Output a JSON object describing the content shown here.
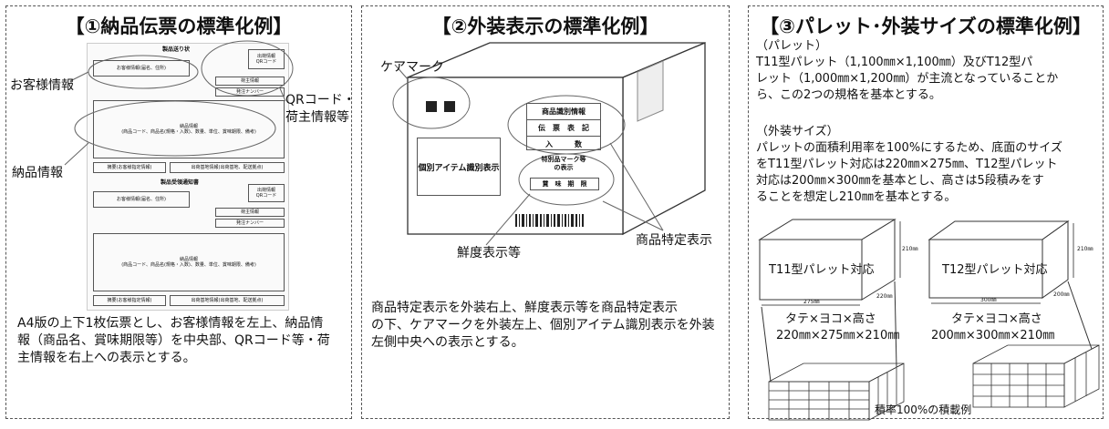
{
  "panel1": {
    "title": "【①納品伝票の標準化例】",
    "callout_customer": "お客様情報",
    "callout_qr_line1": "QRコード・",
    "callout_qr_line2": "荷主情報等",
    "callout_delivery": "納品情報",
    "form1": {
      "header": "製品送り状",
      "customer": "お客様情報(届名、住所)",
      "shipper_info": "出荷情報",
      "qr_code": "QRコード",
      "consignor": "荷主情報",
      "order_no": "発注ナンバー",
      "delivery_title": "納品情報",
      "delivery_detail": "(商品コード、商品名(規格・入数)、数量、単位、賞味期限、備考)",
      "contact": "摘要(お客様指定情報)",
      "origin": "出荷基地情報(出荷基地、配送拠点)"
    },
    "form2": {
      "header": "製品受領通知書",
      "customer": "お客様情報(届名、住所)",
      "shipper_info": "出荷情報",
      "qr_code": "QRコード",
      "consignor": "荷主情報",
      "order_no": "発注ナンバー",
      "delivery_title": "納品情報",
      "delivery_detail": "(商品コード、商品名(規格・入数)、数量、単位、賞味期限、備考)",
      "contact": "摘要(お客様指定情報)",
      "origin": "出荷基地情報(出荷基地、配送拠点)"
    },
    "desc_line1": "A4版の上下1枚伝票とし、お客様情報を左上、納品情",
    "desc_line2": "報（商品名、賞味期限等）を中央部、QRコード等・荷",
    "desc_line3": "主情報を右上への表示とする。"
  },
  "panel2": {
    "title": "【②外装表示の標準化例】",
    "care_mark_label": "ケアマーク",
    "item_id_box": "個別アイテム識別表示",
    "product_id_info": "商品識別情報",
    "slip_label": "伝　票　表　記",
    "quantity_label": "入　　　数",
    "special_mark_line1": "特別品マーク等",
    "special_mark_line2": "の表示",
    "best_before": "賞　味　期　限",
    "freshness_callout": "鮮度表示等",
    "product_spec_callout": "商品特定表示",
    "desc_line1": "商品特定表示を外装右上、鮮度表示等を商品特定表示",
    "desc_line2": "の下、ケアマークを外装左上、個別アイテム識別表示を外装",
    "desc_line3": "左側中央への表示とする。"
  },
  "panel3": {
    "title": "【③パレット･外装サイズの標準化例】",
    "pallet_heading": "（パレット）",
    "pallet_line1": "T11型パレット（1,100㎜×1,100㎜）及びT12型パ",
    "pallet_line2": "レット（1,000㎜×1,200㎜）が主流となっていることか",
    "pallet_line3": "ら、この2つの規格を基本とする。",
    "case_heading": "（外装サイズ）",
    "case_line1": "パレットの面積利用率を100%にするため、底面のサイズ",
    "case_line2": "をT11型パレット対応は220㎜×275㎜、T12型パレット",
    "case_line3": "対応は200㎜×300㎜を基本とし、高さは5段積みをす",
    "case_line4": "ることを想定し210㎜を基本とする。",
    "box1": {
      "label": "T11型パレット対応",
      "width": "275㎜",
      "depth": "220㎜",
      "height": "210㎜",
      "dims_title": "タテ×ヨコ×高さ",
      "dims_value": "220㎜×275㎜×210㎜"
    },
    "box2": {
      "label": "T12型パレット対応",
      "width": "300㎜",
      "depth": "200㎜",
      "height": "210㎜",
      "dims_title": "タテ×ヨコ×高さ",
      "dims_value": "200㎜×300㎜×210㎜"
    },
    "stack_caption": "積率100%の積載例"
  }
}
